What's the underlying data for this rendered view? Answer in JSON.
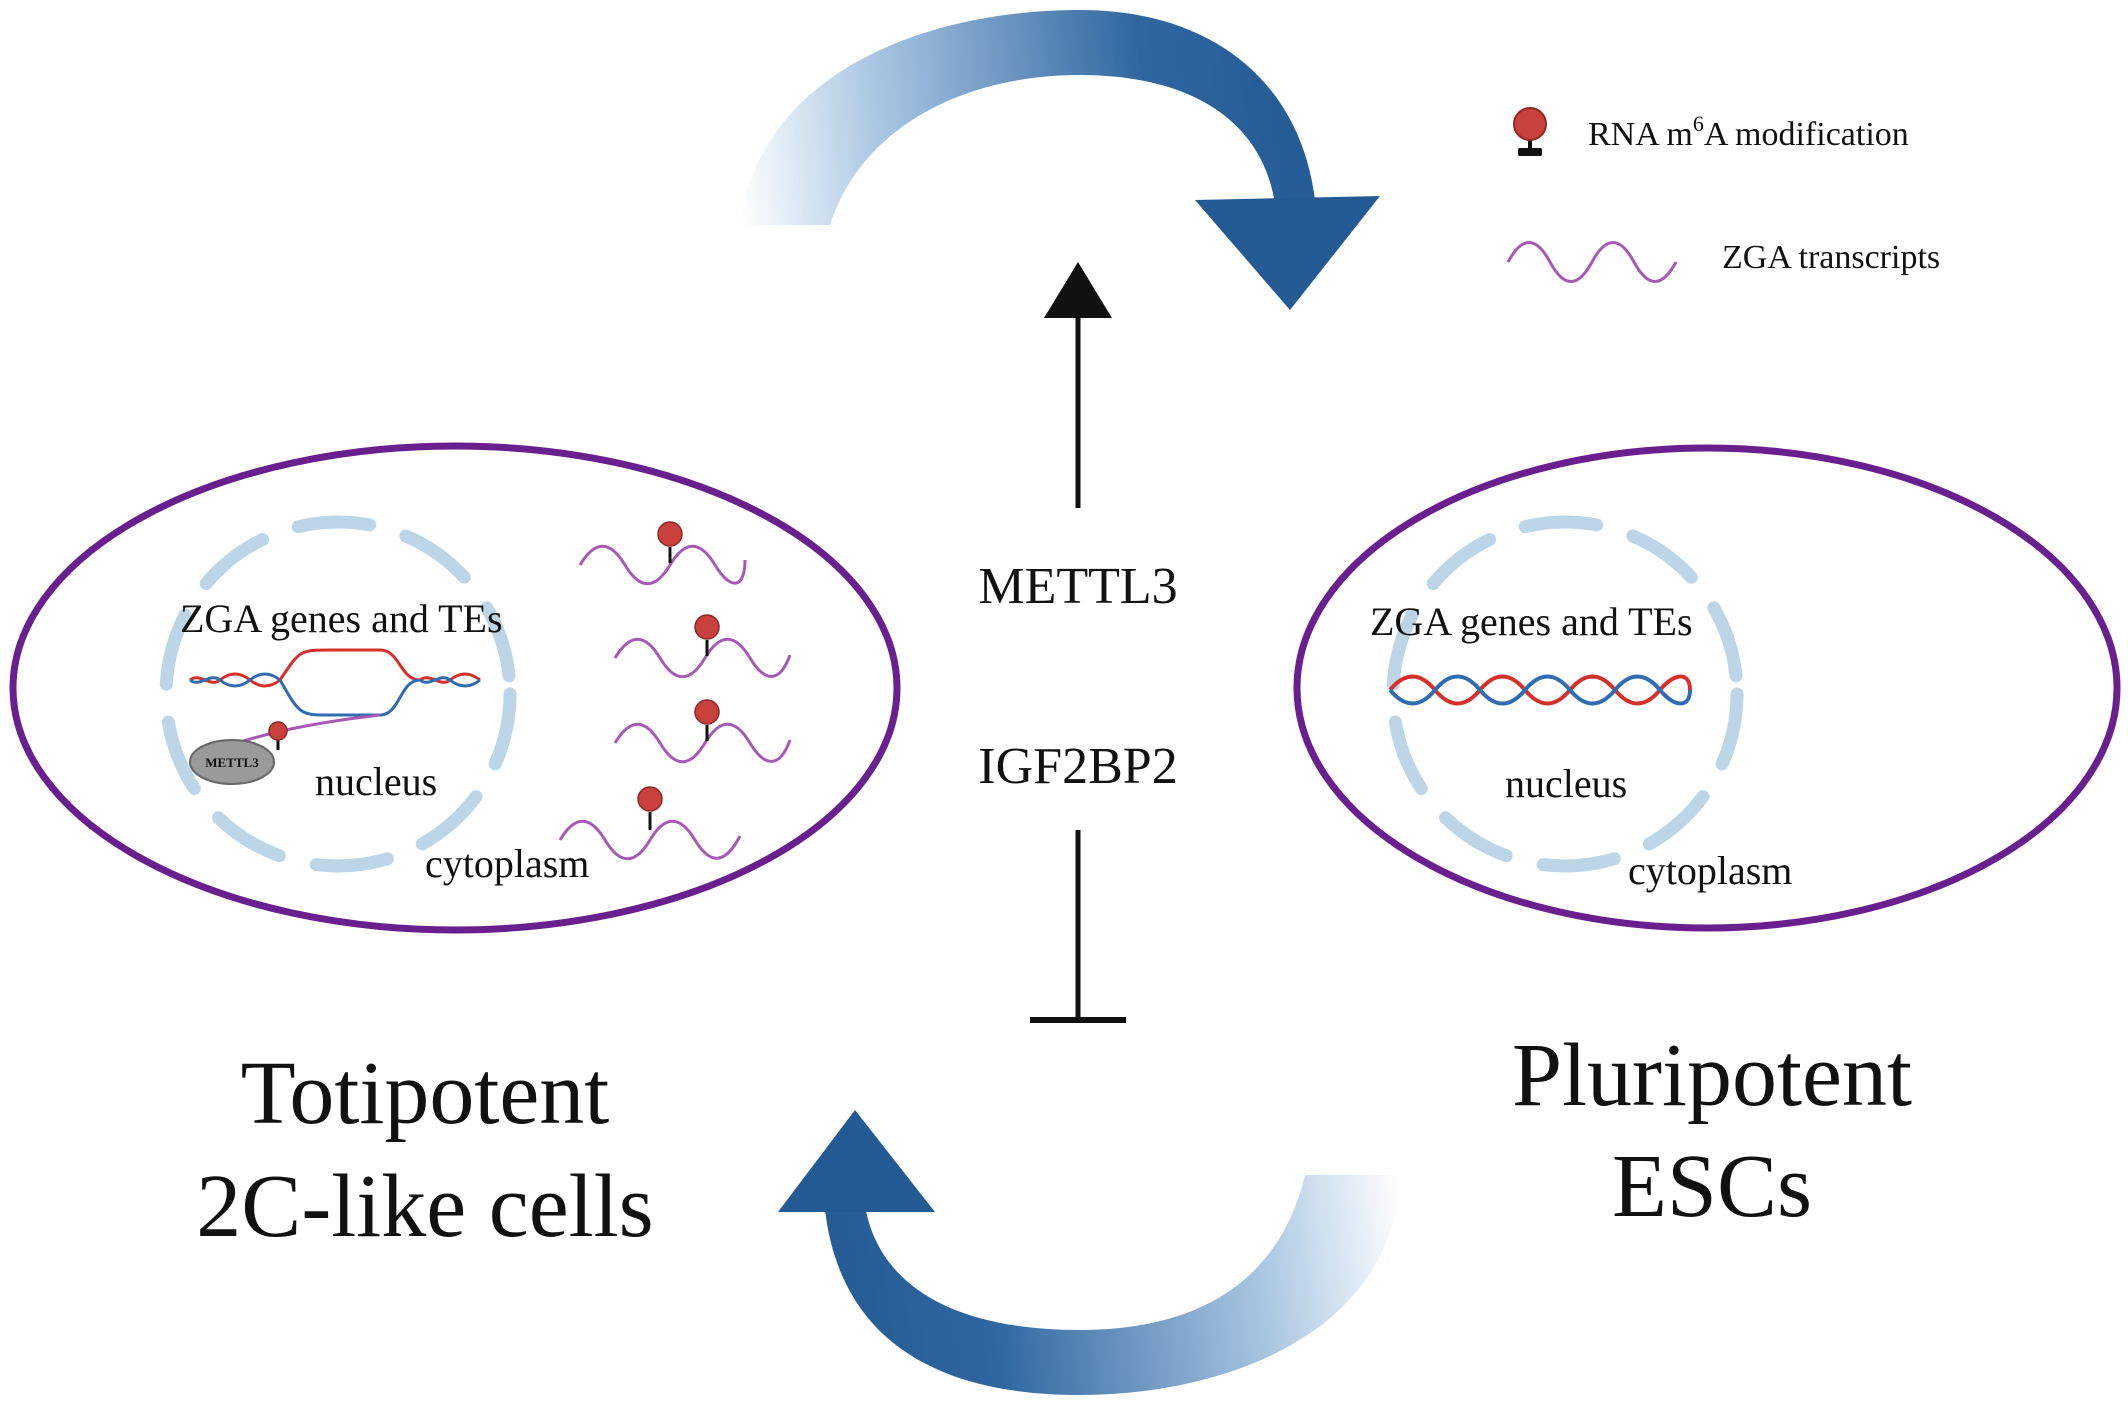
{
  "legend": {
    "m6a_label_pre": "RNA m",
    "m6a_label_sup": "6",
    "m6a_label_post": "A modification",
    "zga_label": "ZGA transcripts"
  },
  "center": {
    "activator": "METTL3",
    "inhibitor": "IGF2BP2"
  },
  "left_cell": {
    "genes_label": "ZGA genes and TEs",
    "nucleus_label": "nucleus",
    "cytoplasm_label": "cytoplasm",
    "protein_label": "METTL3",
    "title_line1": "Totipotent",
    "title_line2": "2C-like cells"
  },
  "right_cell": {
    "genes_label": "ZGA genes and TEs",
    "nucleus_label": "nucleus",
    "cytoplasm_label": "cytoplasm",
    "title_line1": "Pluripotent",
    "title_line2": "ESCs"
  },
  "colors": {
    "cell_border": "#6a1f8f",
    "nucleus_dash": "#bcd6e8",
    "arrow_dark": "#2a5f98",
    "arrow_light": "#c9dcee",
    "m6a_red": "#c9413d",
    "transcript": "#a659b5",
    "dna_red": "#d6302a",
    "dna_blue": "#2f6cb0"
  }
}
